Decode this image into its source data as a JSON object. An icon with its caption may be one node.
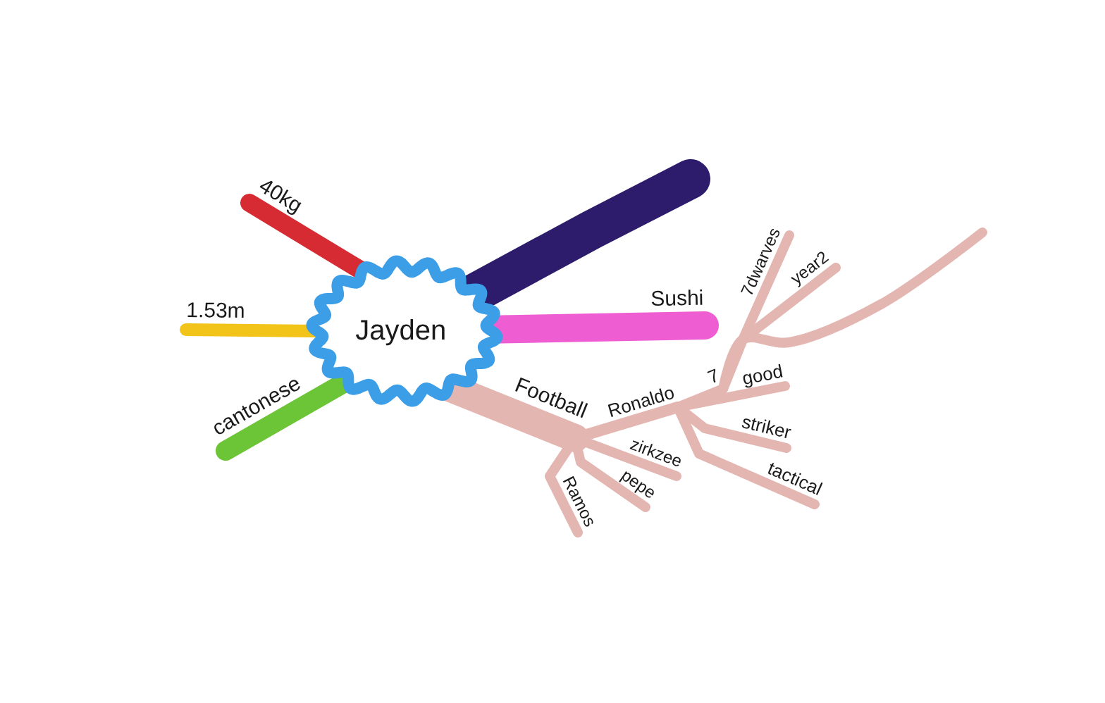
{
  "diagram": {
    "nodes": [
      {
        "text": [
          "Jayden"
        ]
      },
      {
        "text": [
          "40kg"
        ]
      },
      {
        "text": [
          "1.53m"
        ]
      },
      {
        "text": [
          "cantonese"
        ]
      },
      {
        "text": [
          "Sushi"
        ]
      },
      {
        "text": [
          "Football"
        ]
      },
      {
        "text": [
          "Ronaldo"
        ]
      },
      {
        "text": [
          "7"
        ]
      },
      {
        "text": [
          "7dwarves"
        ]
      },
      {
        "text": [
          "year2"
        ]
      },
      {
        "text": [
          "good"
        ]
      },
      {
        "text": [
          "striker"
        ]
      },
      {
        "text": [
          "tactical"
        ]
      },
      {
        "text": [
          "zirkzee"
        ]
      },
      {
        "text": [
          "pepe"
        ]
      },
      {
        "text": [
          "Ramos"
        ]
      }
    ],
    "edges": [
      {
        "from": 0,
        "to": 1,
        "arrow": "none",
        "style": "thick",
        "color": "#d62b33"
      },
      {
        "from": 0,
        "to": 2,
        "arrow": "none",
        "color": "#f2c318"
      },
      {
        "from": 0,
        "to": 3,
        "arrow": "none",
        "style": "thick",
        "color": "#6cc437"
      },
      {
        "from": 0,
        "to": null,
        "arrow": "none",
        "style": "thick",
        "color": "#2d1b6b"
      },
      {
        "from": 0,
        "to": 4,
        "arrow": "none",
        "style": "thick",
        "color": "#ee5ed2"
      },
      {
        "from": 0,
        "to": 5,
        "arrow": "none",
        "style": "thick"
      },
      {
        "from": 5,
        "to": 6,
        "arrow": "none"
      },
      {
        "from": 6,
        "to": 7,
        "arrow": "none"
      },
      {
        "from": 7,
        "to": 8,
        "arrow": "none"
      },
      {
        "from": 7,
        "to": 9,
        "arrow": "none"
      },
      {
        "from": 7,
        "to": null,
        "arrow": "none"
      },
      {
        "from": 6,
        "to": 10,
        "arrow": "none"
      },
      {
        "from": 6,
        "to": 11,
        "arrow": "none"
      },
      {
        "from": 6,
        "to": 12,
        "arrow": "none"
      },
      {
        "from": 5,
        "to": 13,
        "arrow": "none"
      },
      {
        "from": 5,
        "to": 14,
        "arrow": "none"
      },
      {
        "from": 5,
        "to": 15,
        "arrow": "none"
      }
    ]
  }
}
